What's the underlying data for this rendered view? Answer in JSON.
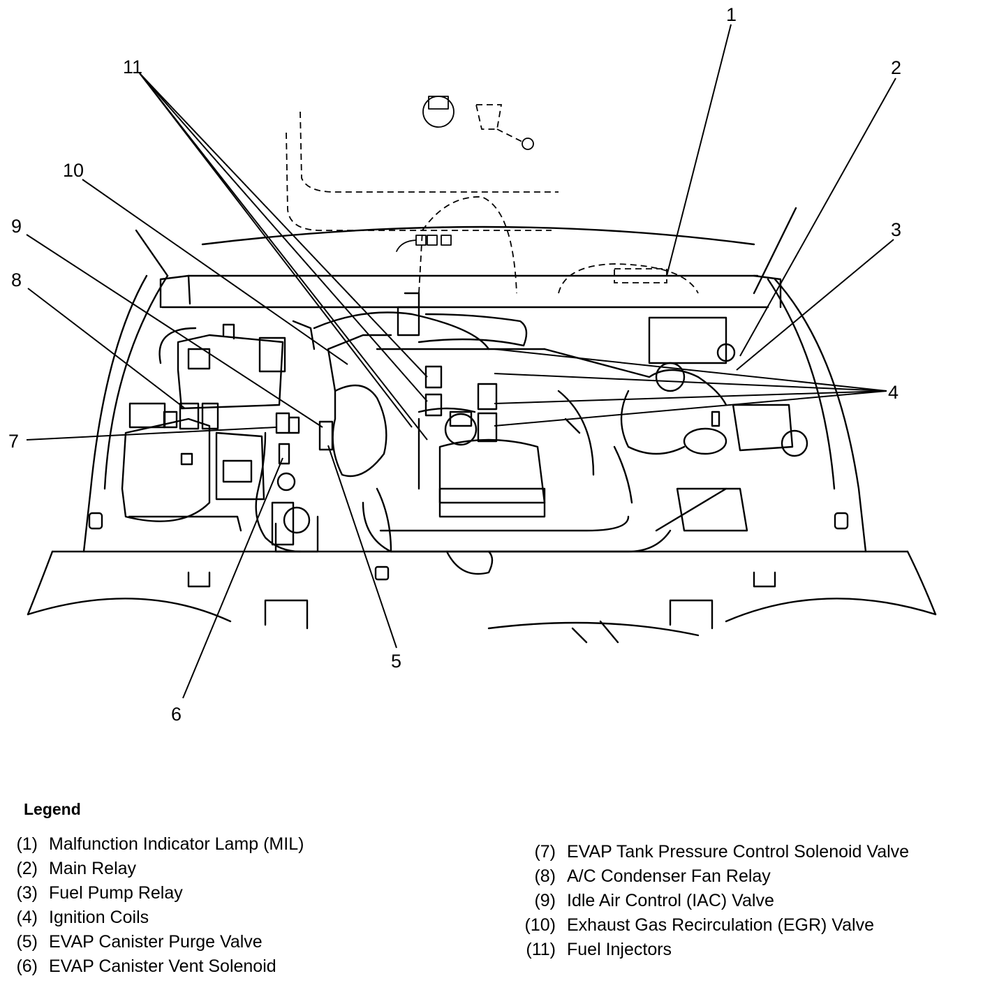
{
  "callouts": {
    "c1": "1",
    "c2": "2",
    "c3": "3",
    "c4": "4",
    "c5": "5",
    "c6": "6",
    "c7": "7",
    "c8": "8",
    "c9": "9",
    "c10": "10",
    "c11": "11"
  },
  "legend": {
    "title": "Legend",
    "left": [
      {
        "num": "(1)",
        "label": "Malfunction Indicator Lamp (MIL)"
      },
      {
        "num": "(2)",
        "label": "Main Relay"
      },
      {
        "num": "(3)",
        "label": "Fuel Pump Relay"
      },
      {
        "num": "(4)",
        "label": "Ignition Coils"
      },
      {
        "num": "(5)",
        "label": "EVAP Canister Purge Valve"
      },
      {
        "num": "(6)",
        "label": "EVAP Canister Vent Solenoid"
      }
    ],
    "right": [
      {
        "num": "(7)",
        "label": "EVAP Tank Pressure Control Solenoid Valve"
      },
      {
        "num": "(8)",
        "label": "A/C Condenser Fan Relay"
      },
      {
        "num": "(9)",
        "label": "Idle Air Control (IAC) Valve"
      },
      {
        "num": "(10)",
        "label": "Exhaust Gas Recirculation (EGR) Valve"
      },
      {
        "num": "(11)",
        "label": "Fuel Injectors"
      }
    ]
  }
}
